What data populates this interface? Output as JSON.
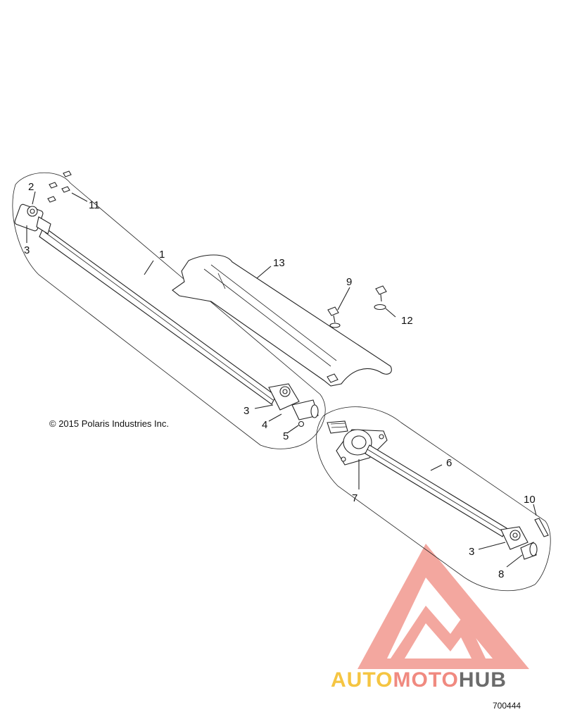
{
  "callouts": [
    {
      "id": "1",
      "label": "1"
    },
    {
      "id": "2",
      "label": "2"
    },
    {
      "id": "3a",
      "label": "3"
    },
    {
      "id": "3b",
      "label": "3"
    },
    {
      "id": "3c",
      "label": "3"
    },
    {
      "id": "4",
      "label": "4"
    },
    {
      "id": "5",
      "label": "5"
    },
    {
      "id": "6",
      "label": "6"
    },
    {
      "id": "7",
      "label": "7"
    },
    {
      "id": "8",
      "label": "8"
    },
    {
      "id": "9",
      "label": "9"
    },
    {
      "id": "10",
      "label": "10"
    },
    {
      "id": "11",
      "label": "11"
    },
    {
      "id": "12",
      "label": "12"
    },
    {
      "id": "13",
      "label": "13"
    }
  ],
  "copyright": "© 2015 Polaris Industries Inc.",
  "document_number": "700444",
  "watermark": {
    "text_auto": "AUTO",
    "text_moto": "MOTO",
    "text_hub": "HUB",
    "color_auto": "#f5c542",
    "color_moto": "#f08a80",
    "color_hub": "#6b6b6b",
    "logo_color": "#f08a80"
  }
}
